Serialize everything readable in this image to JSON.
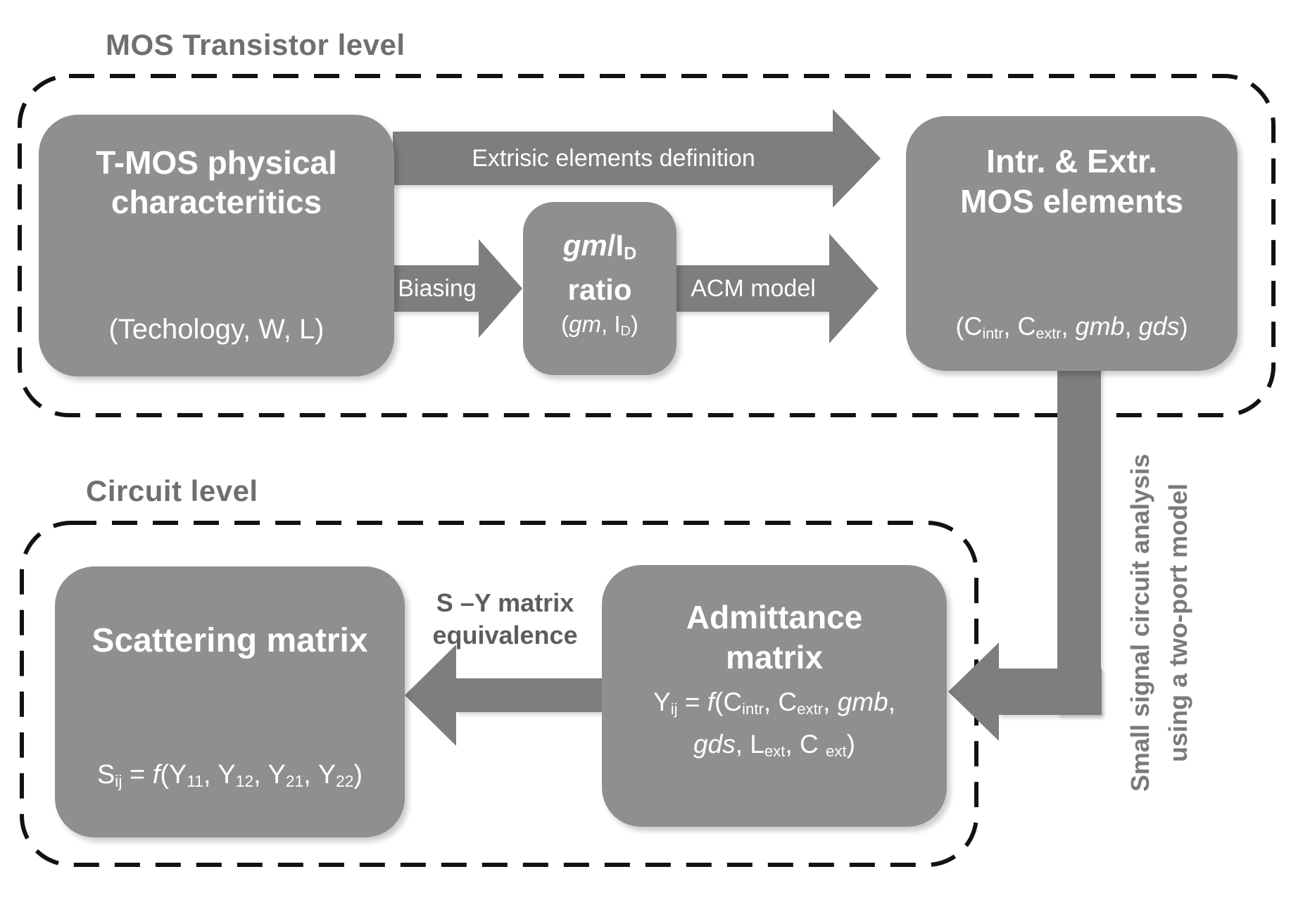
{
  "colors": {
    "box_fill": "#8f8f8f",
    "arrow_fill": "#7e7e7e",
    "box_text": "#ffffff",
    "section_label_text": "#6f6f6f",
    "sy_label_text": "#5d5d5d",
    "side_label_text": "#7a7a7a",
    "dash_border": "#121212",
    "background": "#ffffff"
  },
  "mos_level": {
    "label": "MOS Transistor level",
    "tmos": {
      "title_line1": "T-MOS physical",
      "title_line2": "characteritics",
      "subtitle": "(Techology, W, L)"
    },
    "extrinsic_arrow_label": "Extrisic elements definition",
    "biasing_arrow_label": "Biasing",
    "gmid": {
      "title_line1_segments": [
        {
          "t": "gm",
          "s": "i"
        },
        {
          "t": "/I"
        },
        {
          "t": "D",
          "s": "sub"
        }
      ],
      "title_line2": "ratio",
      "subtitle_segments": [
        {
          "t": "("
        },
        {
          "t": "gm",
          "s": "i"
        },
        {
          "t": ", I"
        },
        {
          "t": "D",
          "s": "sub"
        },
        {
          "t": ")"
        }
      ]
    },
    "acm_arrow_label": "ACM model",
    "intr_extr": {
      "title_line1": "Intr. & Extr.",
      "title_line2": "MOS elements",
      "formula_segments": [
        {
          "t": "(C"
        },
        {
          "t": "intr",
          "s": "sub"
        },
        {
          "t": ", C"
        },
        {
          "t": "extr",
          "s": "sub"
        },
        {
          "t": ", "
        },
        {
          "t": "gmb",
          "s": "i"
        },
        {
          "t": ", "
        },
        {
          "t": "gds",
          "s": "i"
        },
        {
          "t": ")"
        }
      ]
    }
  },
  "two_port_arrow": {
    "label_line1": "Small signal circuit analysis",
    "label_line2": "using a two-port model"
  },
  "circuit_level": {
    "label": "Circuit level",
    "scattering": {
      "title": "Scattering matrix",
      "formula_segments": [
        {
          "t": "S"
        },
        {
          "t": "ij",
          "s": "sub"
        },
        {
          "t": " = "
        },
        {
          "t": "f",
          "s": "i"
        },
        {
          "t": "(Y"
        },
        {
          "t": "11",
          "s": "sub"
        },
        {
          "t": ", Y"
        },
        {
          "t": "12",
          "s": "sub"
        },
        {
          "t": ", Y"
        },
        {
          "t": "21",
          "s": "sub"
        },
        {
          "t": ", Y"
        },
        {
          "t": "22",
          "s": "sub"
        },
        {
          "t": ")"
        }
      ]
    },
    "sy_arrow": {
      "label_line1": "S –Y matrix",
      "label_line2": "equivalence"
    },
    "admittance": {
      "title_line1": "Admittance",
      "title_line2": "matrix",
      "formula_line1_segments": [
        {
          "t": "Y"
        },
        {
          "t": "ij",
          "s": "sub"
        },
        {
          "t": " = "
        },
        {
          "t": "f",
          "s": "i"
        },
        {
          "t": "(C"
        },
        {
          "t": "intr",
          "s": "sub"
        },
        {
          "t": ", C"
        },
        {
          "t": "extr",
          "s": "sub"
        },
        {
          "t": ", "
        },
        {
          "t": "gmb",
          "s": "i"
        },
        {
          "t": ","
        }
      ],
      "formula_line2_segments": [
        {
          "t": "gds",
          "s": "i"
        },
        {
          "t": ", L"
        },
        {
          "t": "ext",
          "s": "sub"
        },
        {
          "t": ", C "
        },
        {
          "t": "ext",
          "s": "sub"
        },
        {
          "t": ")"
        }
      ]
    }
  }
}
